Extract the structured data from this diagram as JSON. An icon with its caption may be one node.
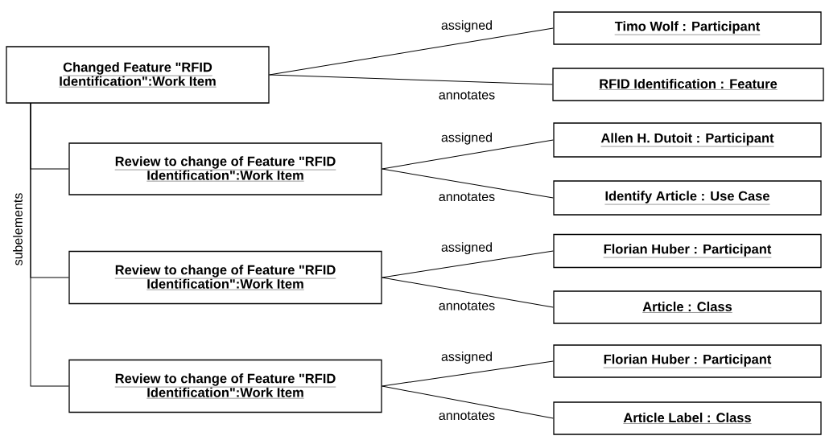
{
  "diagram": {
    "nodes": [
      {
        "text": [
          "Changed Feature \"RFID Identification\":Work Item"
        ]
      },
      {
        "text": [
          "Timo Wolf : Participant"
        ]
      },
      {
        "text": [
          "RFID Identification : Feature"
        ]
      },
      {
        "text": [
          "Review to change of Feature \"RFID Identification\":Work Item"
        ]
      },
      {
        "text": [
          "Allen H. Dutoit : Participant"
        ]
      },
      {
        "text": [
          "Identify Article : Use Case"
        ]
      },
      {
        "text": [
          "Review to change of Feature \"RFID Identification\":Work Item"
        ]
      },
      {
        "text": [
          "Florian Huber : Participant"
        ]
      },
      {
        "text": [
          "Article : Class"
        ]
      },
      {
        "text": [
          "Review to change of Feature \"RFID Identification\":Work Item"
        ]
      },
      {
        "text": [
          "Florian Huber : Participant"
        ]
      },
      {
        "text": [
          "Article Label : Class"
        ]
      }
    ],
    "edges": [
      {
        "from": 0,
        "to": 1,
        "arrow": "none",
        "label": "assigned"
      },
      {
        "from": 0,
        "to": 2,
        "arrow": "none",
        "label": "annotates"
      },
      {
        "from": 0,
        "to": 3,
        "arrow": "none"
      },
      {
        "from": 3,
        "to": 4,
        "arrow": "none",
        "label": "assigned"
      },
      {
        "from": 3,
        "to": 5,
        "arrow": "none",
        "label": "annotates"
      },
      {
        "from": 0,
        "to": 6,
        "arrow": "none",
        "label": "subelements"
      },
      {
        "from": 6,
        "to": 7,
        "arrow": "none",
        "label": "assigned"
      },
      {
        "from": 6,
        "to": 8,
        "arrow": "none",
        "label": "annotates"
      },
      {
        "from": 0,
        "to": 9,
        "arrow": "none"
      },
      {
        "from": 9,
        "to": 10,
        "arrow": "none",
        "label": "assigned"
      },
      {
        "from": 9,
        "to": 11,
        "arrow": "none",
        "label": "annotates"
      }
    ]
  }
}
